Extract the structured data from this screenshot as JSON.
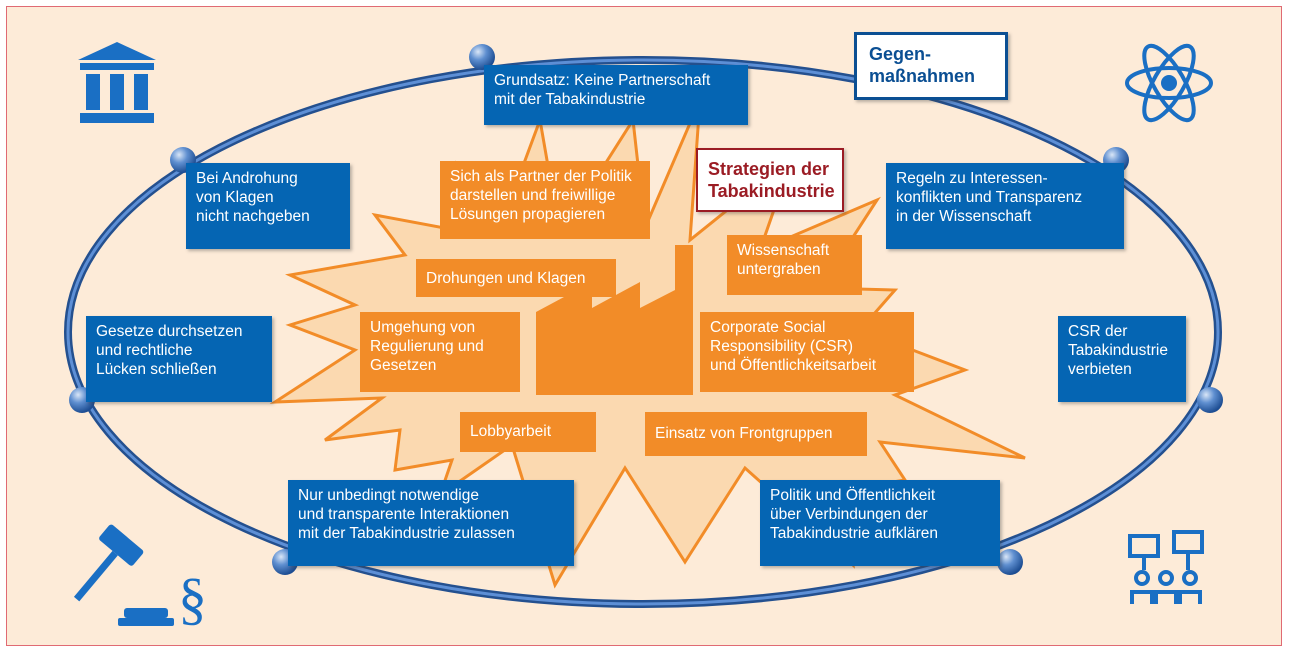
{
  "colors": {
    "background": "#fdebd8",
    "frame_border": "#e06a73",
    "ring": "#2c5ea3",
    "countermeasure_box": "#0565b3",
    "strategy_box": "#f28c28",
    "strategy_title": "#9b1c24",
    "countermeasure_title": "#0b4f93",
    "icon": "#1a6fc4"
  },
  "titles": {
    "countermeasures": "Gegen-\nmaßnahmen",
    "strategies": "Strategien der\nTabakindustrie"
  },
  "countermeasures": [
    "Grundsatz: Keine Partnerschaft\nmit der Tabakindustrie",
    "Bei Androhung\nvon Klagen\nnicht nachgeben",
    "Regeln zu Interessen-\nkonflikten und Transparenz\nin der Wissenschaft",
    "Gesetze durchsetzen\nund rechtliche\nLücken schließen",
    "CSR der\nTabakindustrie\nverbieten",
    "Nur unbedingt notwendige\nund transparente Interaktionen\nmit der Tabakindustrie zulassen",
    "Politik und Öffentlichkeit\nüber Verbindungen der\nTabakindustrie aufklären"
  ],
  "strategies": [
    "Sich als Partner der Politik\ndarstellen und freiwillige\nLösungen propagieren",
    "Drohungen und Klagen",
    "Wissenschaft\nuntergraben",
    "Umgehung von\nRegulierung und\nGesetzen",
    "Corporate Social\nResponsibility (CSR)\nund Öffentlichkeitsarbeit",
    "Lobbyarbeit",
    "Einsatz von Frontgruppen"
  ],
  "icons": [
    "government-building-icon",
    "atom-science-icon",
    "gavel-law-icon",
    "public-audience-icon",
    "factory-icon"
  ]
}
